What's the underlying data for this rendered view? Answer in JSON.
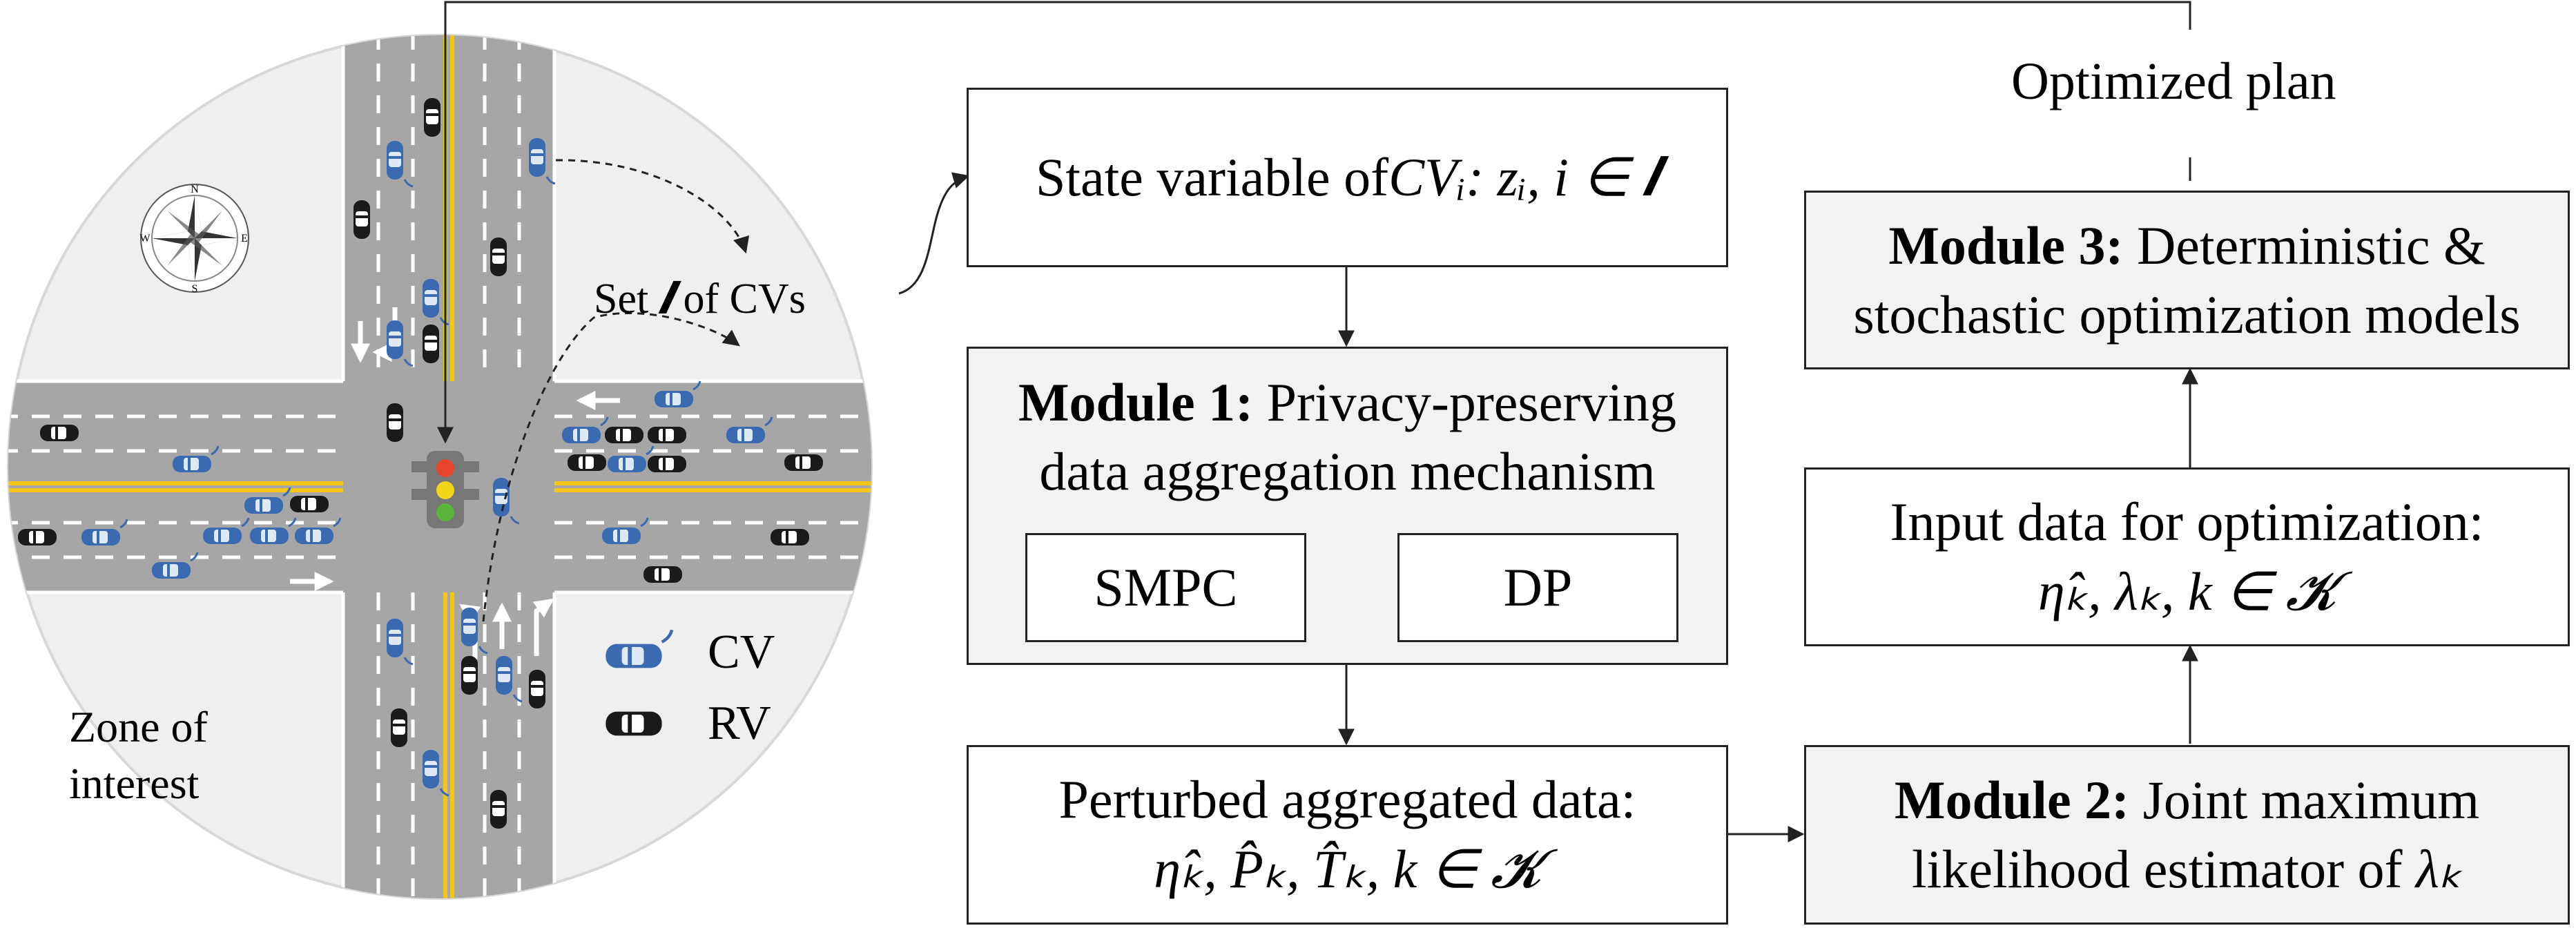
{
  "diagram": {
    "optimized_plan": "Optimized plan",
    "state_box": {
      "text": "State variable of ",
      "math": "CVᵢ: zᵢ, i ∈ 𝑰"
    },
    "module1": {
      "title_bold": "Module 1:",
      "title_rest": " Privacy-preserving",
      "line2": "data aggregation mechanism",
      "smpc": "SMPC",
      "dp": "DP"
    },
    "perturbed": {
      "line1": "Perturbed aggregated data:",
      "math": "η̂ₖ, P̂ₖ, T̂ₖ, k ∈ 𝓚"
    },
    "module2": {
      "title_bold": "Module 2:",
      "title_rest": " Joint maximum",
      "line2_text": "likelihood estimator of ",
      "line2_math": "λₖ"
    },
    "input_data": {
      "line1": "Input data for optimization:",
      "math": "η̂ₖ, λₖ, k ∈ 𝓚"
    },
    "module3": {
      "title_bold": "Module 3:",
      "title_rest": " Deterministic &",
      "line2": "stochastic optimization models"
    },
    "intersection": {
      "set_label_prefix": "Set ",
      "set_label_math": "𝑰",
      "set_label_suffix": " of CVs",
      "legend_cv": "CV",
      "legend_rv": "RV",
      "zone_line1": "Zone of",
      "zone_line2": "interest",
      "compass_n": "N",
      "compass_s": "S",
      "compass_e": "E",
      "compass_w": "W"
    }
  },
  "colors": {
    "road": "#a6a6a6",
    "circle_bg": "#efefef",
    "yellow_line": "#f5c518",
    "cv_blue": "#3a6ab0",
    "plus_blue": "#4472c4",
    "box_gray": "#f2f2f2"
  }
}
